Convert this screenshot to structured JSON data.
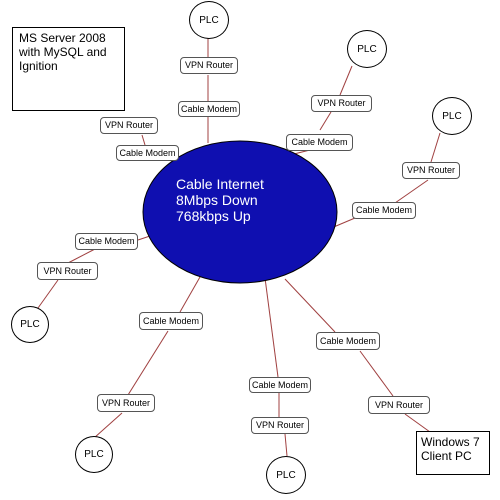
{
  "server_box": {
    "lines": [
      "MS Server 2008",
      "with MySQL and",
      "Ignition"
    ]
  },
  "client_box": {
    "lines": [
      "Windows 7",
      "Client PC"
    ]
  },
  "cloud": {
    "lines": [
      "Cable Internet",
      "8Mbps Down",
      "768kbps Up"
    ],
    "fill_color": "#0f0fb0"
  },
  "labels": {
    "vpn_router": "VPN Router",
    "cable_modem": "Cable Modem",
    "plc": "PLC"
  },
  "colors": {
    "link_line": "#a04040",
    "node_border": "#555555"
  }
}
